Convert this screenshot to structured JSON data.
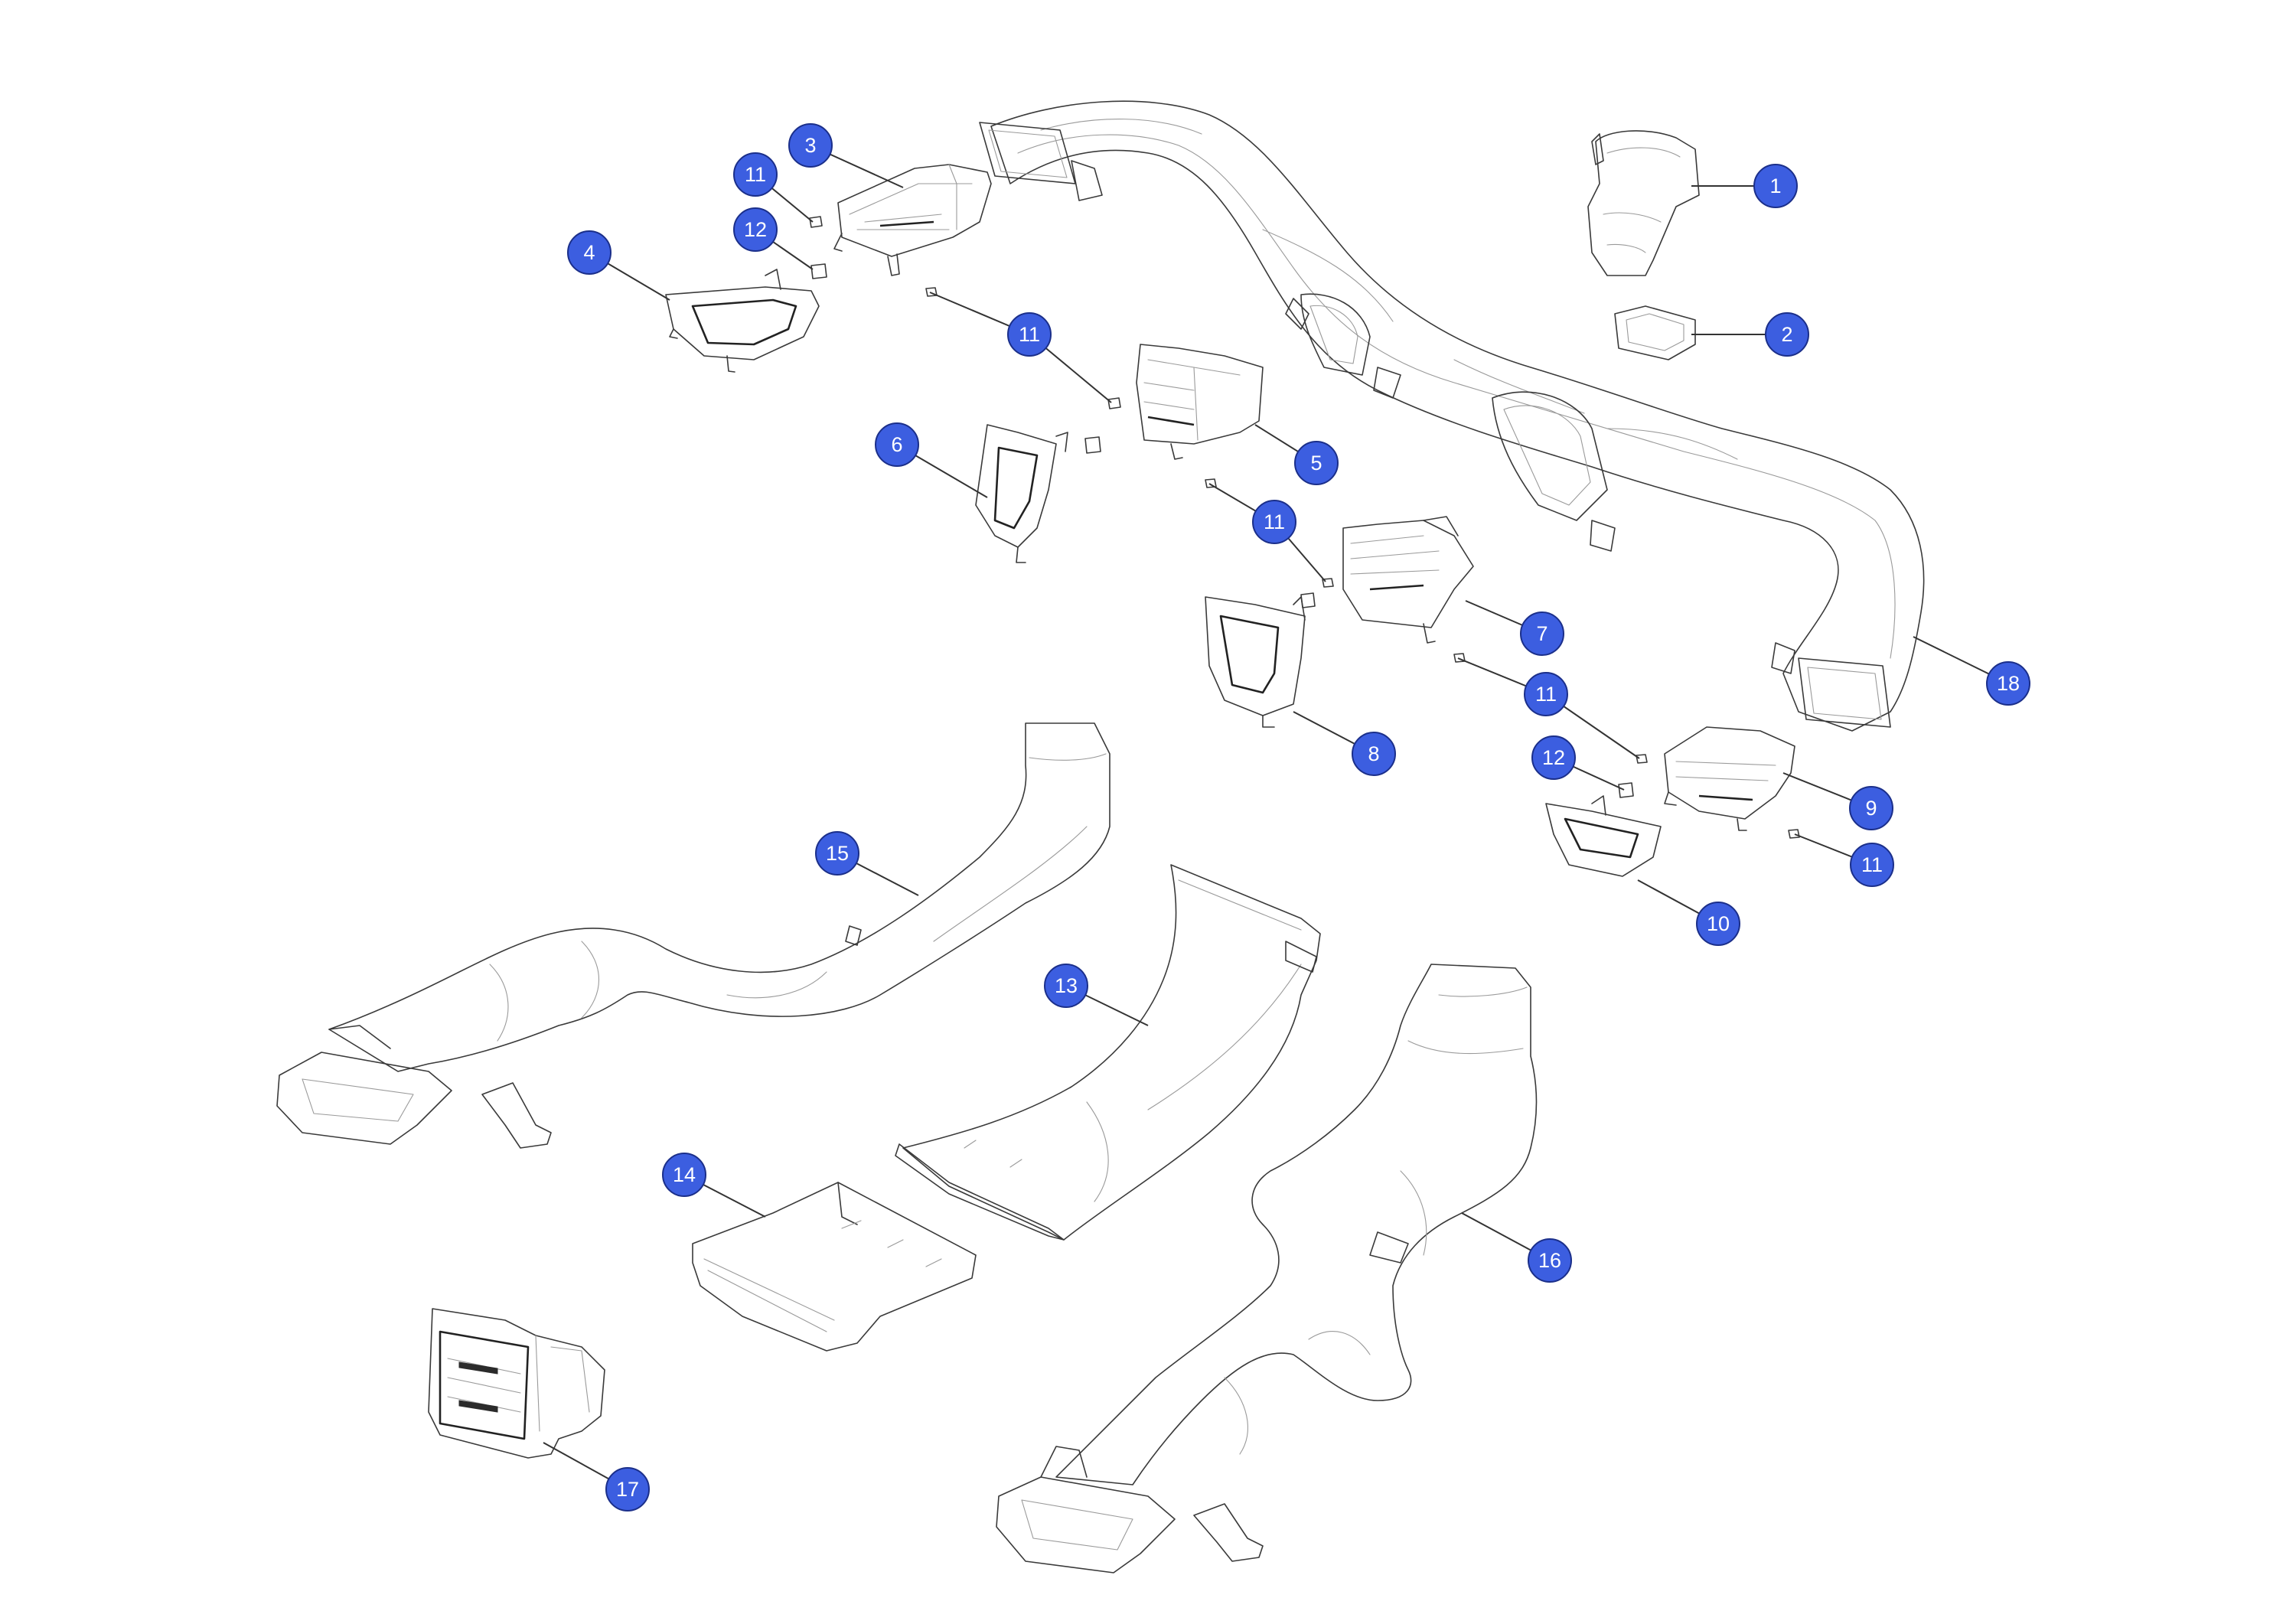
{
  "accent_color": "#3c5ee0",
  "callouts": [
    {
      "id": "c1",
      "label": "1"
    },
    {
      "id": "c2",
      "label": "2"
    },
    {
      "id": "c3",
      "label": "3"
    },
    {
      "id": "c4",
      "label": "4"
    },
    {
      "id": "c5",
      "label": "5"
    },
    {
      "id": "c6",
      "label": "6"
    },
    {
      "id": "c7",
      "label": "7"
    },
    {
      "id": "c8",
      "label": "8"
    },
    {
      "id": "c9",
      "label": "9"
    },
    {
      "id": "c10",
      "label": "10"
    },
    {
      "id": "c11a",
      "label": "11"
    },
    {
      "id": "c11b",
      "label": "11"
    },
    {
      "id": "c11c",
      "label": "11"
    },
    {
      "id": "c11d",
      "label": "11"
    },
    {
      "id": "c11e",
      "label": "11"
    },
    {
      "id": "c12a",
      "label": "12"
    },
    {
      "id": "c12b",
      "label": "12"
    },
    {
      "id": "c13",
      "label": "13"
    },
    {
      "id": "c14",
      "label": "14"
    },
    {
      "id": "c15",
      "label": "15"
    },
    {
      "id": "c16",
      "label": "16"
    },
    {
      "id": "c17",
      "label": "17"
    },
    {
      "id": "c18",
      "label": "18"
    }
  ]
}
